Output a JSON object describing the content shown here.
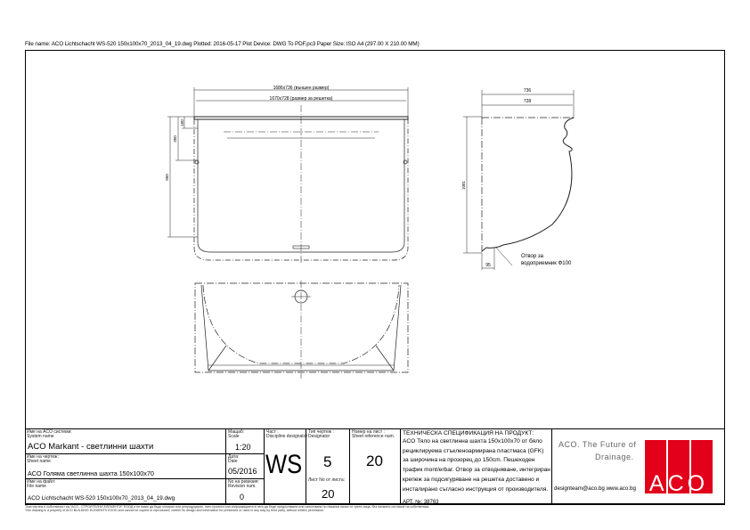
{
  "header": {
    "text": "File name: ACO Lichtschacht WS-520 150x100x70_2013_04_19.dwg   Plotted: 2016-05-17   Plot Device: DWG To PDF.pc3   Paper Size: ISO A4 (297.00 X 210.00 MM)"
  },
  "drawing": {
    "front": {
      "dim_outer": "1686x736 (външен размер)",
      "dim_grate": "1670x728 (размер за решетка)",
      "dim_100": "100",
      "dim_350": "350",
      "dim_950": "950"
    },
    "side": {
      "dim_736": "736",
      "dim_728": "728",
      "dim_1081": "1081",
      "dim_95": "95",
      "note_line1": "Отвор за",
      "note_line2": "водоприемник Φ100"
    }
  },
  "title_block": {
    "system_label_bg": "Име на ACO системи:",
    "system_label_en": "System name",
    "system_value": "ACO Markant - светлинни шахти",
    "sheet_label_bg": "Име на чертеж:",
    "sheet_label_en": "Sheet name",
    "sheet_value": "ACO Голяма светлинна шахта 150x100x70",
    "file_label_bg": "Име на файл:",
    "file_label_en": "File name",
    "file_value": "ACO Lichtschacht WS-520 150x100x70_2013_04_19.dwg",
    "scale_label_bg": "Мащаб:",
    "scale_label_en": "Scale",
    "scale_value": "1:20",
    "date_label_bg": "Дата:",
    "date_label_en": "Date",
    "date_value": "05/2016",
    "rev_label_bg": "No на ревизия:",
    "rev_label_en": "Revision num.",
    "rev_value": "0",
    "discipline_label_bg": "Част :",
    "discipline_label_en": "Discipline designator",
    "discipline_value": "WS",
    "designator_label_bg": "Тип чертеж :",
    "designator_label_en": "Designator",
    "designator_value": "5",
    "sheet_of_label": "Лист No от листа:",
    "sheet_of_value": "20",
    "sheet_ref_label_bg": "Номер на лист :",
    "sheet_ref_label_en": "Sheet reference num.",
    "sheet_ref_value": "20"
  },
  "spec": {
    "title": "ТЕХНИЧЕСКА СПЕЦИФИКАЦИЯ НА ПРОДУКТ:",
    "body": "ACO Тяло на светлинна шахта 150x100x70 от бяло рециклируема стъкленоармирана пластмаса (GFK) за широчина на прозорец до 150cm. Пешеходен трафик mont/erbar. Отвор за отводняване, интегриран крепеж за подсигуряване на решетка доставено и инсталирано съгласно инструкция от производителя.",
    "art": "АРТ. №: 38763"
  },
  "brand": {
    "tagline_1": "ACO. The Future of",
    "tagline_2": "Drainage.",
    "contact": "designteam@aco.bg  www.aco.bg",
    "logo_text": "ACO",
    "logo_color": "#e2001a"
  },
  "footer": {
    "line_bg": "Този чертеж е собственост на \"ACO - СТРОИТЕЛНИ ЕЛЕМЕНТИ\" ЕООД и не може да бъде копиран или репродуциран, нито проекта или информацията в него да бъде предоставяни или използвани по никакъв начин от трети лица, без писмено съгласие на собственика.",
    "line_en": "This drawing is a property of ACO BUILDING ELEMENTS EOOD and cannot be copied or reproduced, neither its design and information be presented or used in any way by third party, without written permission."
  }
}
